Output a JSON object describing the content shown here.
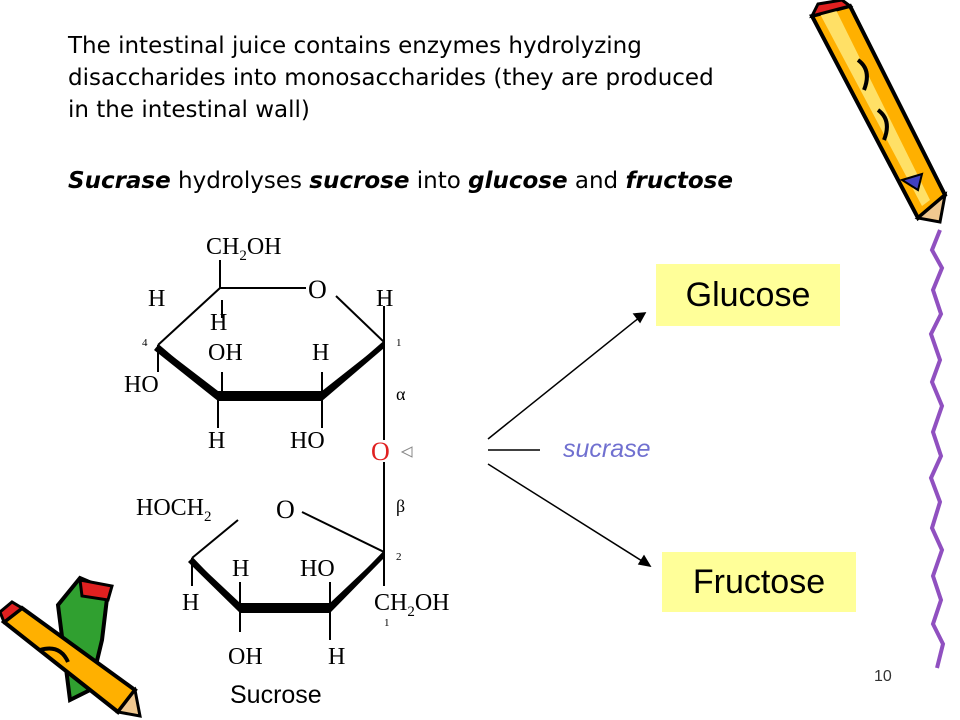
{
  "intro": {
    "line1": "The intestinal juice contains enzymes hydrolyzing",
    "line2": "disaccharides into monosaccharides (they are produced",
    "line3": "in the intestinal wall)"
  },
  "description": {
    "enzyme": "Sucrase",
    "verb": " hydrolyses ",
    "substrate": "sucrose",
    "into": " into ",
    "product1": "glucose",
    "and": " and ",
    "product2": "fructose"
  },
  "products": {
    "glucose": "Glucose",
    "fructose": "Fructose"
  },
  "enzyme_label": "sucrase",
  "structure": {
    "caption": "Sucrose",
    "glucose_ring": {
      "ch2oh": "CH2OH",
      "ring_o": "O",
      "h_top_left": "H",
      "h_top_right": "H",
      "h_c5": "H",
      "c4_number": "4",
      "c1_number": "1",
      "oh_c3": "OH",
      "h_c2": "H",
      "ho_c4": "HO",
      "h_bottom_left": "H",
      "ho_bottom": "HO",
      "alpha": "α"
    },
    "bridge_o": "O",
    "fructose_ring": {
      "hoch2": "HOCH2",
      "ring_o": "O",
      "beta": "β",
      "c2_number": "2",
      "h_left": "H",
      "ho_middle": "HO",
      "h_c4": "H",
      "ch2oh": "CH2OH",
      "c1_number": "1",
      "oh_bottom": "OH",
      "h_bottom": "H"
    }
  },
  "page_number": "10"
}
